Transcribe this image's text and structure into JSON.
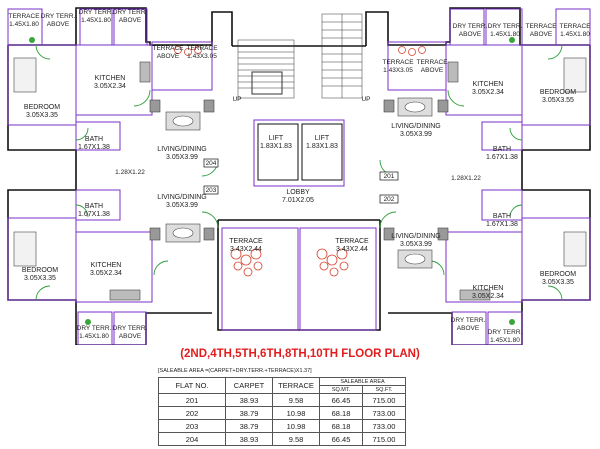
{
  "colors": {
    "wall": "#111111",
    "partition": "#7a32c8",
    "door": "#2e9d3b",
    "furniture": "#444444",
    "accent_chairs": "#d8432f",
    "title": "#e21d1d"
  },
  "rooms": {
    "terrace_a_tl": {
      "name": "TERRACE",
      "dim": "1.45X1.80"
    },
    "dry_terr_a_tl": {
      "name": "DRY TERR.",
      "sub": "ABOVE"
    },
    "dry_terr_b_tl": {
      "name": "DRY TERR.",
      "dim": "1.45X1.80"
    },
    "dry_terr_c_tl": {
      "name": "DRY TERR.",
      "sub": "ABOVE"
    },
    "terrace_tl_mid": {
      "name": "TERRACE",
      "sub": "ABOVE"
    },
    "terrace_tl_dim": {
      "name": "TERRACE",
      "dim": "1.43X3.05"
    },
    "kitchen_tl": {
      "name": "KITCHEN",
      "dim": "3.05X2.34"
    },
    "bedroom_tl": {
      "name": "BEDROOM",
      "dim": "3.05X3.35"
    },
    "bath_tl": {
      "name": "BATH",
      "dim": "1.67X1.38"
    },
    "living_tl": {
      "name": "LIVING/DINING",
      "dim": "3.05X3.99"
    },
    "flat_204": "204",
    "flat_203": "203",
    "wc_l1": "1.28X1.22",
    "bath_bl": {
      "name": "BATH",
      "dim": "1.67X1.38"
    },
    "living_bl": {
      "name": "LIVING/DINING",
      "dim": "3.05X3.99"
    },
    "bedroom_bl": {
      "name": "BEDROOM",
      "dim": "3.05X3.35"
    },
    "kitchen_bl": {
      "name": "KITCHEN",
      "dim": "3.05X2.34"
    },
    "terrace_bl": {
      "name": "TERRACE",
      "dim": "3.43X2.44"
    },
    "dry_terr_bl_a": {
      "name": "DRY TERR.",
      "dim": "1.45X1.80"
    },
    "dry_terr_bl_b": {
      "name": "DRY TERR.",
      "sub": "ABOVE"
    },
    "lift_1": {
      "name": "LIFT",
      "dim": "1.83X1.83"
    },
    "lift_2": {
      "name": "LIFT",
      "dim": "1.83X1.83"
    },
    "lobby": {
      "name": "LOBBY",
      "dim": "7.01X2.05"
    },
    "terrace_bm": {
      "name": "TERRACE",
      "dim": "3.43X2.44"
    },
    "up_1": "UP",
    "up_2": "UP",
    "terrace_tr_dim": {
      "name": "TERRACE",
      "dim": "1.43X3.05"
    },
    "terrace_tr_above": {
      "name": "TERRACE",
      "sub": "ABOVE"
    },
    "dry_terr_tr_a": {
      "name": "DRY TERR.",
      "sub": "ABOVE"
    },
    "dry_terr_tr_b": {
      "name": "DRY TERR.",
      "dim": "1.45X1.80"
    },
    "terrace_tr_a": {
      "name": "TERRACE",
      "sub": "ABOVE"
    },
    "terrace_tr_b": {
      "name": "TERRACE",
      "dim": "1.45X1.80"
    },
    "kitchen_tr": {
      "name": "KITCHEN",
      "dim": "3.05X2.34"
    },
    "bedroom_tr": {
      "name": "BEDROOM",
      "dim": "3.05X3.55"
    },
    "living_tr": {
      "name": "LIVING/DINING",
      "dim": "3.05X3.99"
    },
    "bath_tr": {
      "name": "BATH",
      "dim": "1.67X1.38"
    },
    "flat_201": "201",
    "flat_202": "202",
    "wc_r1": "1.28X1.22",
    "bath_br": {
      "name": "BATH",
      "dim": "1.67X1.38"
    },
    "living_br": {
      "name": "LIVING/DINING",
      "dim": "3.05X3.99"
    },
    "bedroom_br": {
      "name": "BEDROOM",
      "dim": "3.05X3.35"
    },
    "kitchen_br": {
      "name": "KITCHEN",
      "dim": "3.05X2.34"
    },
    "dry_terr_br_a": {
      "name": "DRY TERR.",
      "sub": "ABOVE"
    },
    "dry_terr_br_b": {
      "name": "DRY TERR.",
      "dim": "1.45X1.80"
    }
  },
  "floor_title": "(2ND,4TH,5TH,6TH,8TH,10TH FLOOR PLAN)",
  "area_formula": "[SALEABLE AREA =(CARPET+DRY.TERR.+TERRACE)X1.37]",
  "table": {
    "headers": [
      "FLAT NO.",
      "CARPET",
      "TERRACE",
      "SALEABLE AREA"
    ],
    "sub_headers": [
      "SQ.MT.",
      "SQ.FT."
    ],
    "rows": [
      [
        "201",
        "38.93",
        "9.58",
        "66.45",
        "715.00"
      ],
      [
        "202",
        "38.79",
        "10.98",
        "68.18",
        "733.00"
      ],
      [
        "203",
        "38.79",
        "10.98",
        "68.18",
        "733.00"
      ],
      [
        "204",
        "38.93",
        "9.58",
        "66.45",
        "715.00"
      ]
    ]
  }
}
